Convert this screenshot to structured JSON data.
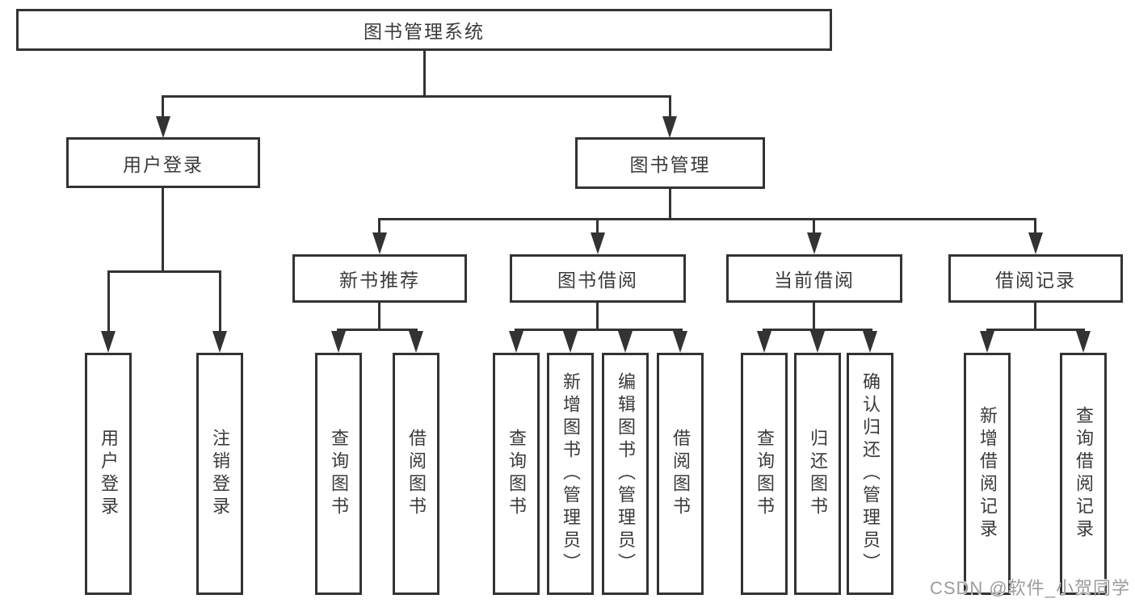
{
  "nodes": {
    "root": "图书管理系统",
    "level2": [
      "用户登录",
      "图书管理"
    ],
    "level3": [
      "新书推荐",
      "图书借阅",
      "当前借阅",
      "借阅记录"
    ],
    "leaves": [
      "用户登录",
      "注销登录",
      "查询图书",
      "借阅图书",
      "查询图书",
      "新增图书（管理员）",
      "编辑图书（管理员）",
      "借阅图书",
      "查询图书",
      "归还图书",
      "确认归还（管理员）",
      "新增借阅记录",
      "查询借阅记录"
    ]
  },
  "watermark": "CSDN @软件_小贺同学",
  "colors": {
    "line": "#333333",
    "text": "#3a3a3a",
    "background": "#ffffff",
    "watermark": "#9c9c9c"
  }
}
